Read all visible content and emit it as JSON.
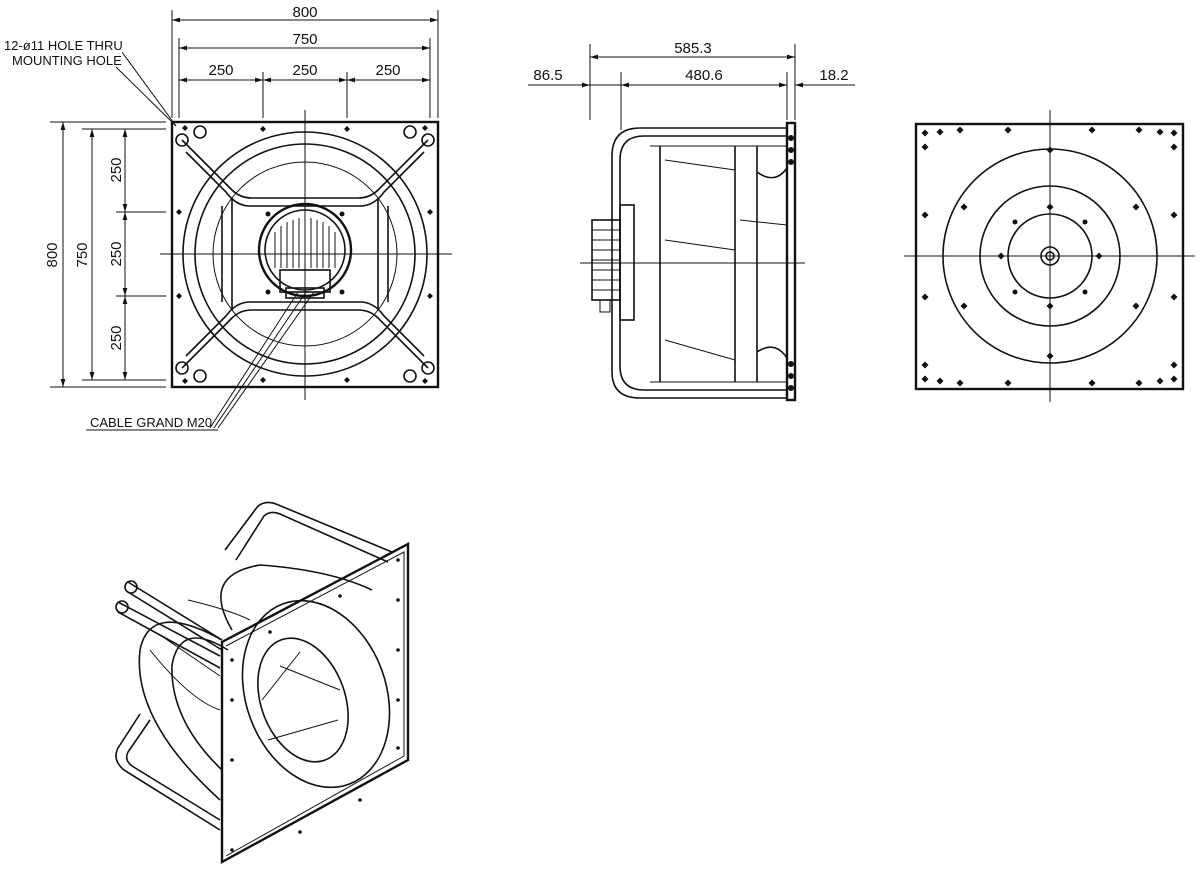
{
  "drawing": {
    "front_view": {
      "overall_width": "800",
      "hole_pitch_width": "750",
      "segments_top": [
        "250",
        "250",
        "250"
      ],
      "overall_height": "800",
      "hole_pitch_height": "750",
      "segments_side": [
        "250",
        "250",
        "250"
      ],
      "note_holes_line1": "12-ø11 HOLE THRU",
      "note_holes_line2": "MOUNTING HOLE",
      "note_cable": "CABLE GRAND M20"
    },
    "side_view": {
      "overall_depth": "585.3",
      "body_depth": "480.6",
      "motor_offset": "86.5",
      "plate_thickness": "18.2"
    }
  }
}
